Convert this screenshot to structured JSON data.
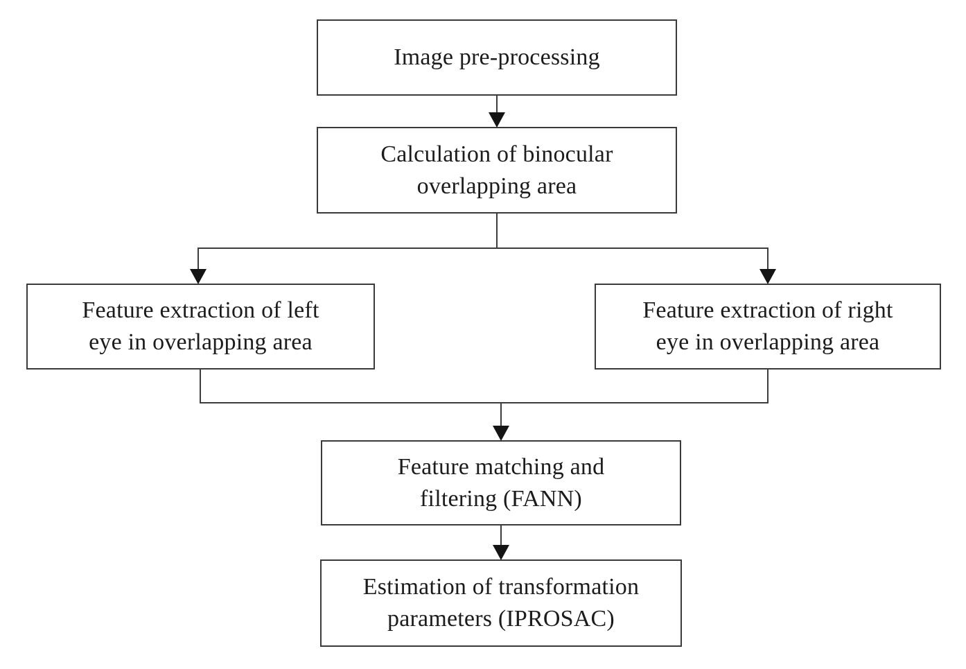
{
  "diagram": {
    "type": "flowchart",
    "background_color": "#ffffff",
    "box_border_color": "#3a3a3a",
    "text_color": "#1c1c1c",
    "connector_color": "#3c3c3c",
    "arrowhead_color": "#141414",
    "nodes": [
      {
        "id": "image-pre-processing",
        "lines": [
          "Image pre-processing",
          ""
        ]
      },
      {
        "id": "binocular-overlap",
        "lines": [
          "Calculation of binocular",
          "overlapping area"
        ]
      },
      {
        "id": "feature-extraction-left",
        "lines": [
          "Feature extraction of left",
          "eye in overlapping area"
        ]
      },
      {
        "id": "feature-extraction-right",
        "lines": [
          "Feature extraction of right",
          "eye in overlapping area"
        ]
      },
      {
        "id": "feature-matching",
        "lines": [
          "Feature matching and",
          "filtering (FANN)"
        ]
      },
      {
        "id": "estimation-parameters",
        "lines": [
          "Estimation of transformation",
          "parameters (IPROSAC)"
        ]
      }
    ],
    "edges": [
      {
        "from": "image-pre-processing",
        "to": "binocular-overlap"
      },
      {
        "from": "binocular-overlap",
        "to": "feature-extraction-left"
      },
      {
        "from": "binocular-overlap",
        "to": "feature-extraction-right"
      },
      {
        "from": "feature-extraction-left",
        "to": "feature-matching"
      },
      {
        "from": "feature-extraction-right",
        "to": "feature-matching"
      },
      {
        "from": "feature-matching",
        "to": "estimation-parameters"
      }
    ]
  }
}
